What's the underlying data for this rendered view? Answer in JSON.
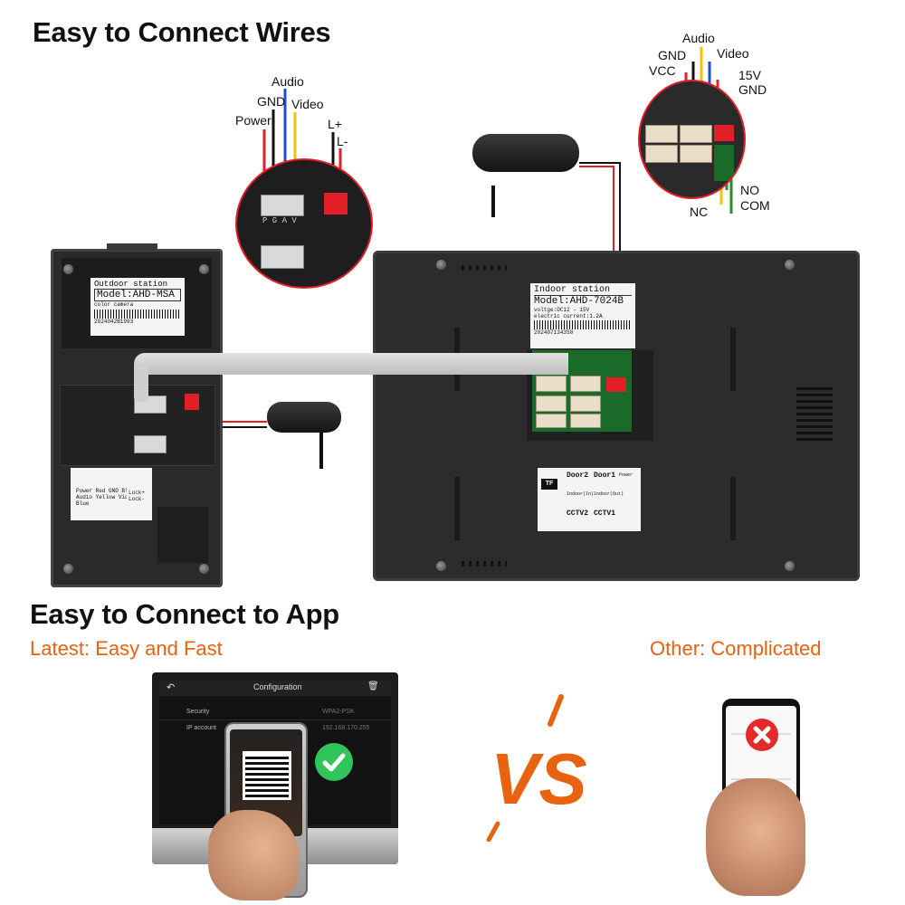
{
  "headings": {
    "wires": "Easy to Connect Wires",
    "app": "Easy to Connect to App",
    "latest": "Latest: Easy and Fast",
    "other": "Other: Complicated",
    "vs": "VS"
  },
  "outdoor_callout": {
    "labels": [
      "Power",
      "GND",
      "Audio",
      "Video",
      "L+",
      "L-"
    ],
    "print": "P G A V"
  },
  "indoor_callout": {
    "labels": [
      "VCC",
      "GND",
      "Audio",
      "Video",
      "15V",
      "GND",
      "NO",
      "COM",
      "NC"
    ]
  },
  "outdoor_station": {
    "title": "Outdoor station",
    "model": "Model:AHD-MSA",
    "subtitle": "color camera",
    "serial": "2024042B1993",
    "terminals": [
      "Power Red",
      "GND Black",
      "Audio Yellow",
      "Video Blue",
      "Lock+",
      "Lock-"
    ]
  },
  "indoor_station": {
    "title": "Indoor station",
    "model": "Model:AHD-7024B",
    "voltage": "voltge:DC12 - 15V",
    "current": "electric current:1.2A",
    "serial": "2024071343S0",
    "ports": [
      "Door2",
      "Door1",
      "Power",
      "Indoor(In)",
      "Indoor(Out)",
      "CCTV2",
      "CCTV1",
      "TF"
    ]
  },
  "monitor_screen": {
    "title": "Configuration",
    "rows": [
      {
        "label": "Security",
        "value": "WPA2-PSK"
      },
      {
        "label": "IP account",
        "value": "192.168.170.255"
      }
    ]
  },
  "colors": {
    "accent": "#e8620f",
    "check": "#2fc55a",
    "cross": "#e52a2a",
    "wire_red": "#e21f26",
    "wire_yellow": "#f2c500",
    "wire_blue": "#1f4fd1",
    "wire_black": "#111111"
  }
}
